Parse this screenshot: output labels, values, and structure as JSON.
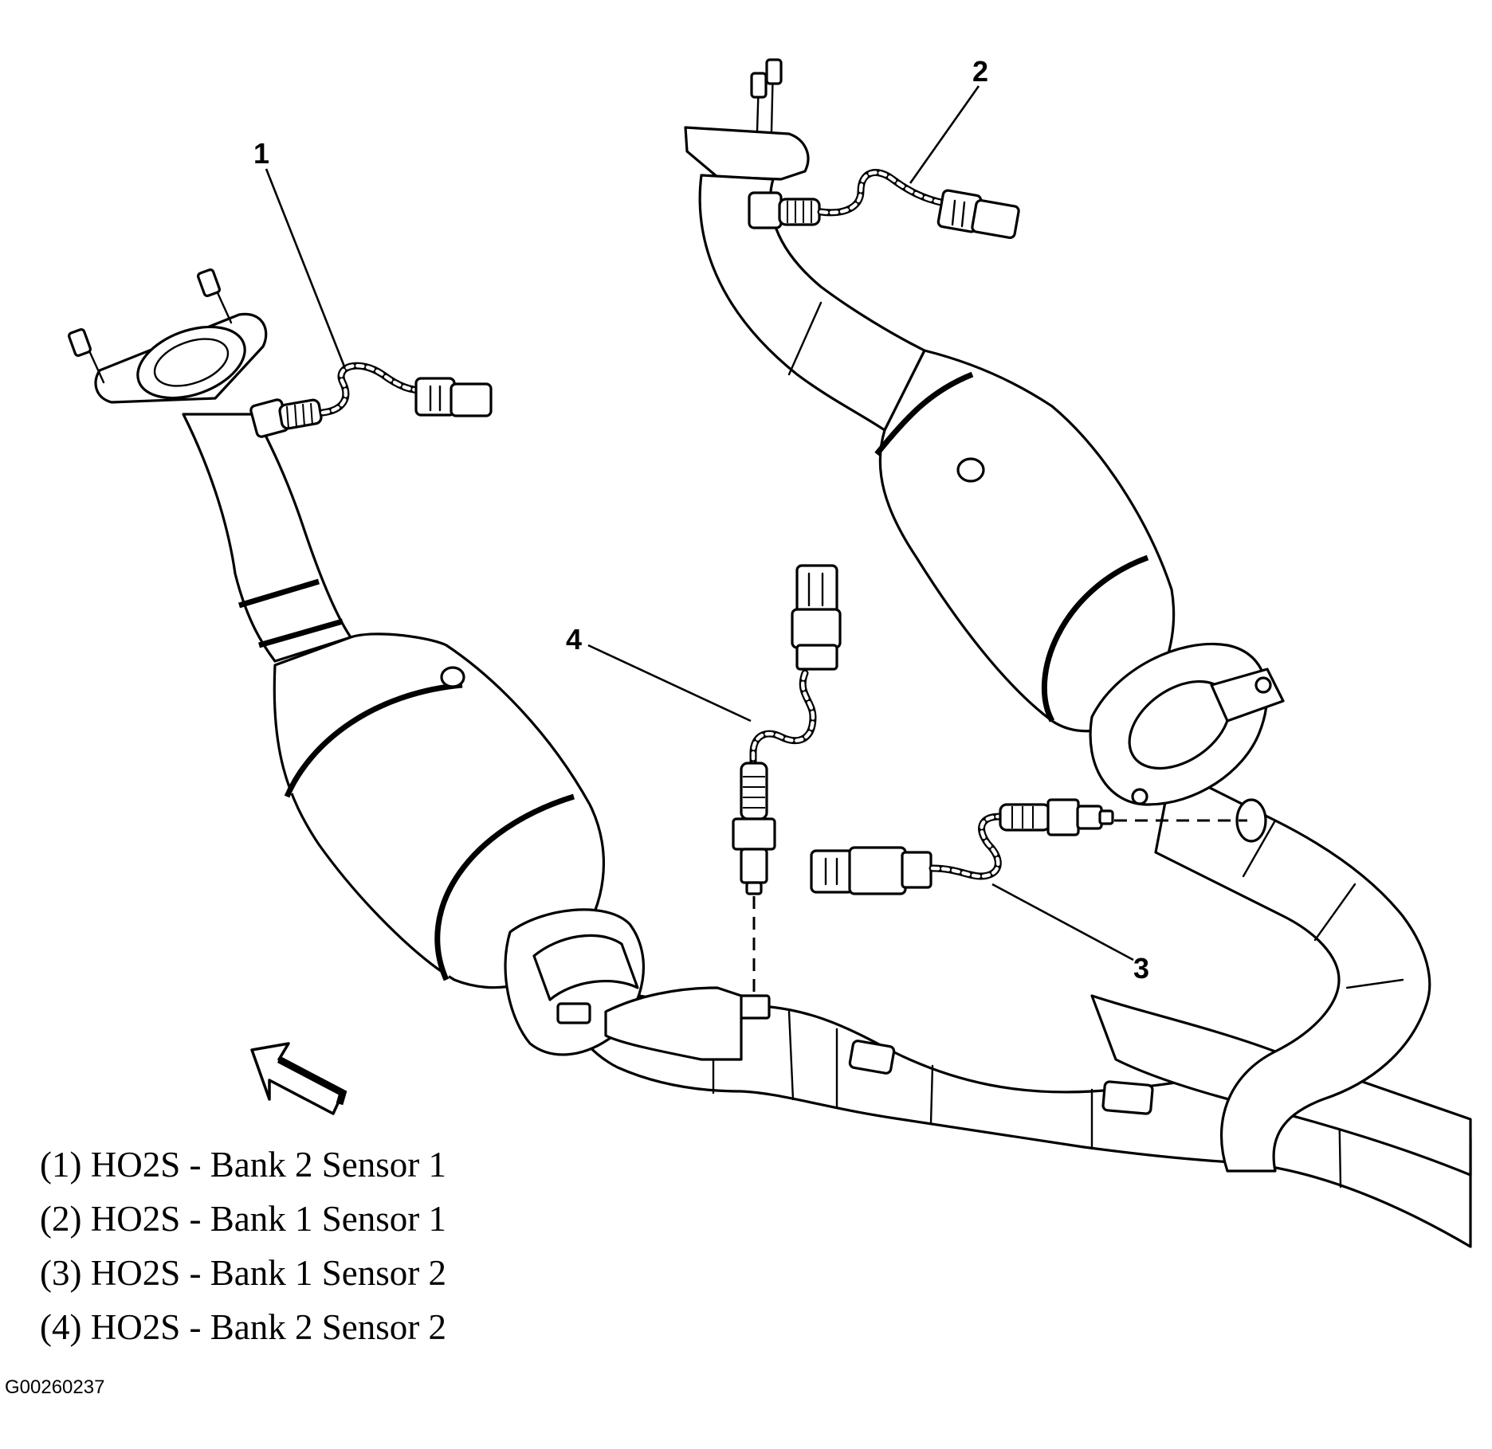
{
  "callouts": [
    "1",
    "2",
    "3",
    "4"
  ],
  "legend": [
    "(1) HO2S - Bank 2 Sensor 1",
    "(2) HO2S - Bank 1 Sensor 1",
    "(3) HO2S - Bank 1 Sensor 2",
    "(4) HO2S - Bank 2 Sensor 2"
  ],
  "figure_code": "G00260237",
  "icons": {
    "direction_arrow": "forward-arrow-icon",
    "sensor": "oxygen-sensor-icon",
    "connector": "electrical-connector-icon"
  },
  "colors": {
    "ink": "#000000",
    "paper": "#ffffff"
  }
}
